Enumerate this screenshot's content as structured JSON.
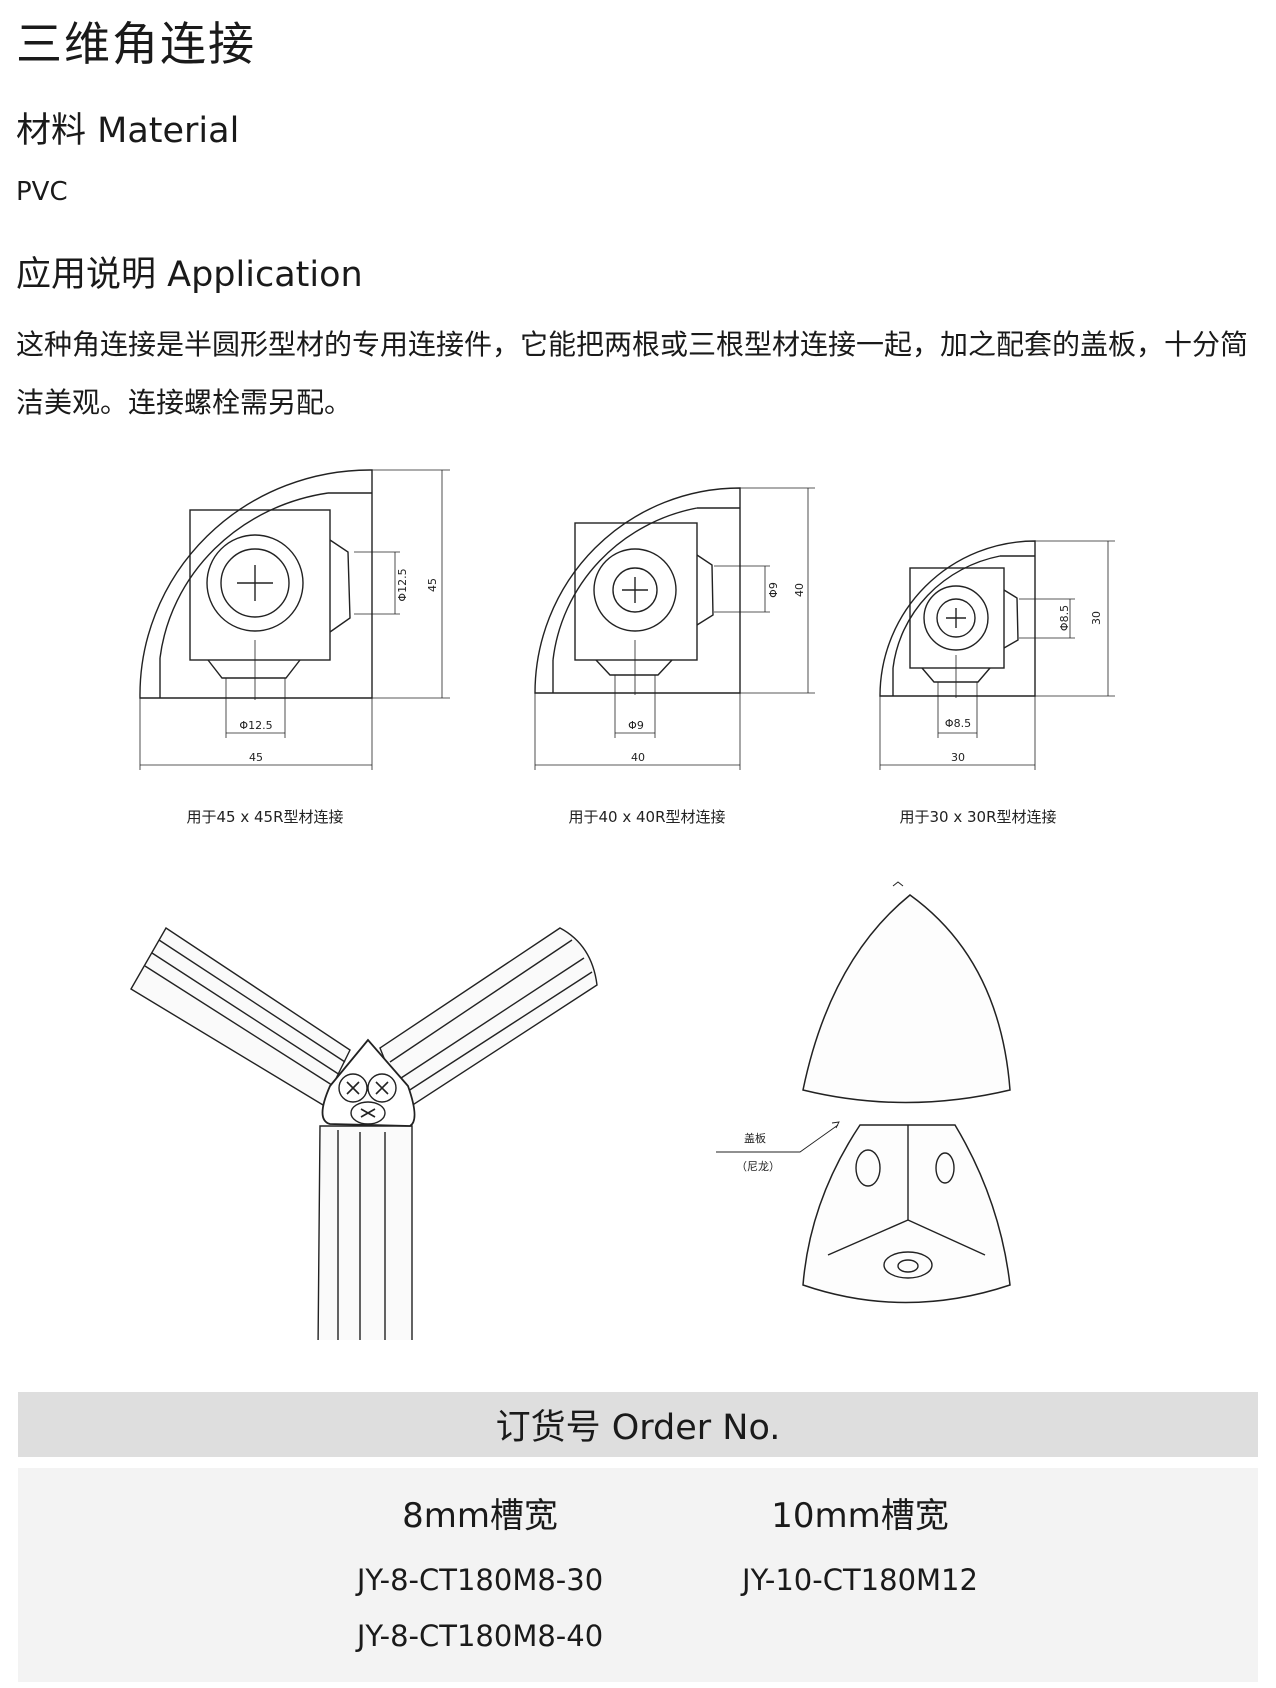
{
  "page": {
    "title": "三维角连接",
    "material_heading": "材料 Material",
    "material_value": "PVC",
    "application_heading": "应用说明 Application",
    "application_text": "这种角连接是半圆形型材的专用连接件，它能把两根或三根型材连接一起，加之配套的盖板，十分简洁美观。连接螺栓需另配。"
  },
  "drawings": {
    "d45": {
      "hole": "Φ12.5",
      "size": "45",
      "caption": "用于45 x 45R型材连接"
    },
    "d40": {
      "hole": "Φ9",
      "size": "40",
      "caption": "用于40 x 40R型材连接"
    },
    "d30": {
      "hole": "Φ8.5",
      "size": "30",
      "caption": "用于30 x 30R型材连接"
    },
    "cover_label": "盖板",
    "cover_material": "（尼龙）"
  },
  "order": {
    "heading": "订货号 Order No.",
    "columns": [
      {
        "heading": "8mm槽宽",
        "codes": [
          "JY-8-CT180M8-30",
          "JY-8-CT180M8-40"
        ]
      },
      {
        "heading": "10mm槽宽",
        "codes": [
          "JY-10-CT180M12"
        ]
      }
    ]
  }
}
